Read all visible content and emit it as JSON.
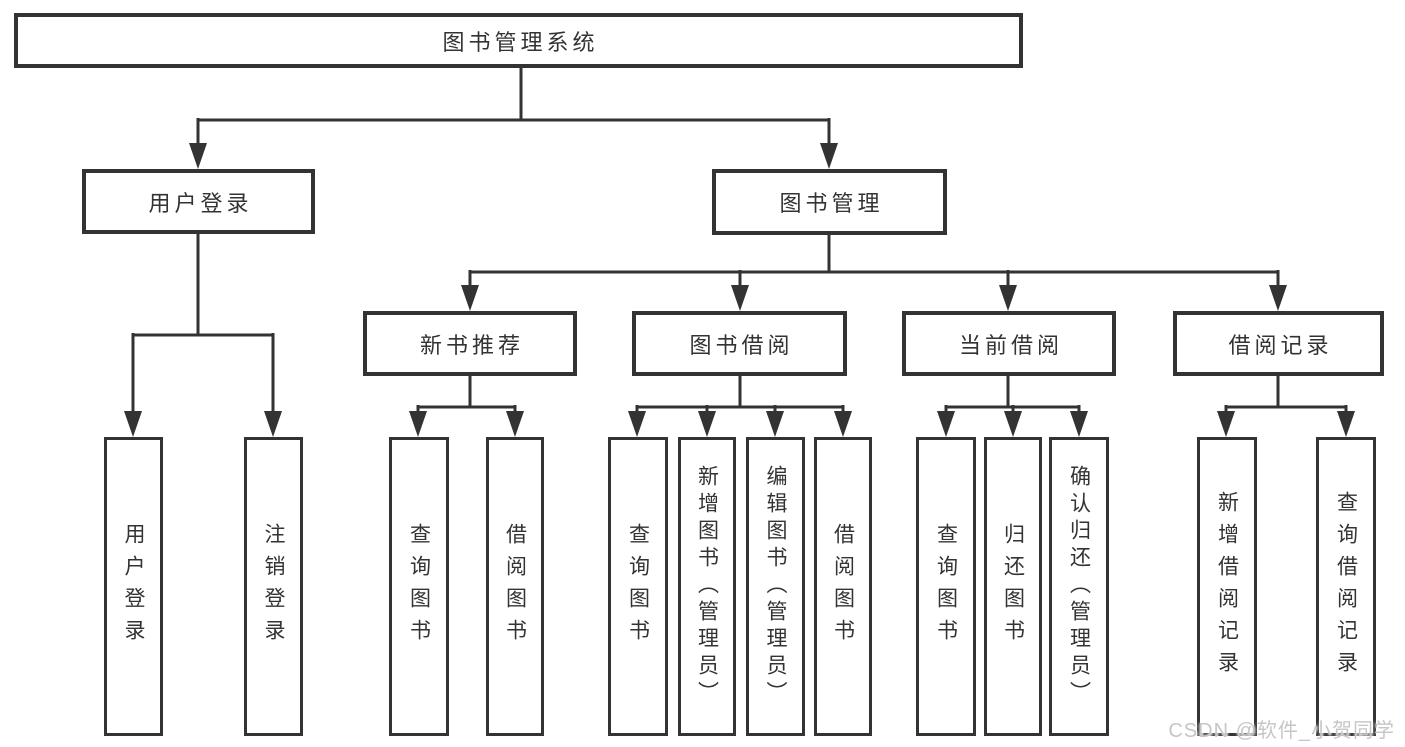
{
  "colors": {
    "line": "#333333",
    "text": "#333333",
    "box_background": "#ffffff",
    "watermark": "#c6c6c6"
  },
  "watermark": {
    "text": "CSDN @软件_小贺同学"
  },
  "tree": {
    "root": {
      "label": "图书管理系统",
      "children": [
        {
          "label": "用户登录",
          "children": [
            {
              "label": "用户登录"
            },
            {
              "label": "注销登录"
            }
          ]
        },
        {
          "label": "图书管理",
          "children": [
            {
              "label": "新书推荐",
              "children": [
                {
                  "label": "查询图书"
                },
                {
                  "label": "借阅图书"
                }
              ]
            },
            {
              "label": "图书借阅",
              "children": [
                {
                  "label": "查询图书"
                },
                {
                  "label": "新增图书（管理员）"
                },
                {
                  "label": "编辑图书（管理员）"
                },
                {
                  "label": "借阅图书"
                }
              ]
            },
            {
              "label": "当前借阅",
              "children": [
                {
                  "label": "查询图书"
                },
                {
                  "label": "归还图书"
                },
                {
                  "label": "确认归还（管理员）"
                }
              ]
            },
            {
              "label": "借阅记录",
              "children": [
                {
                  "label": "新增借阅记录"
                },
                {
                  "label": "查询借阅记录"
                }
              ]
            }
          ]
        }
      ]
    }
  }
}
